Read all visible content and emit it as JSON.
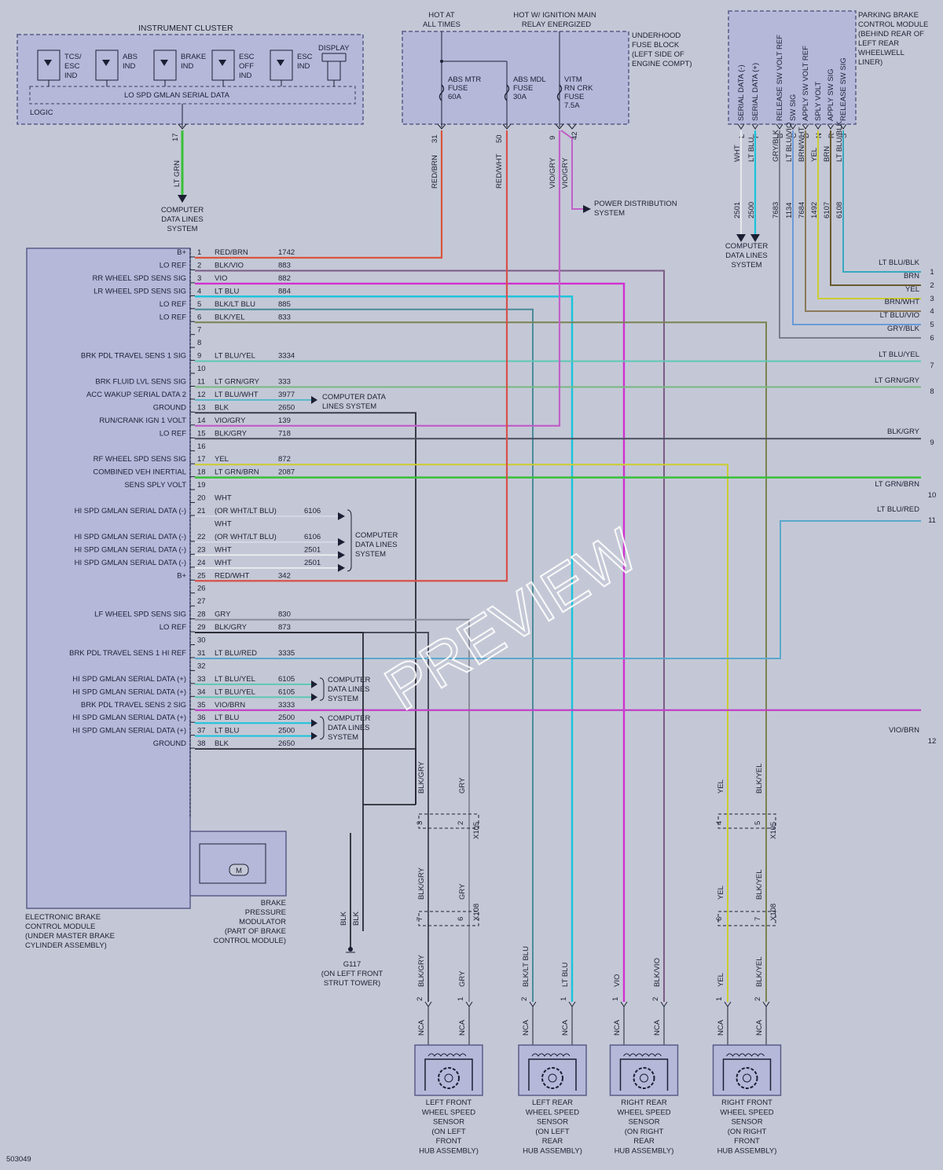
{
  "colors": {
    "background": "#c4c8d6",
    "module_fill": "#b6b8da",
    "module_border": "#5a5c88",
    "text": "#1c1f33"
  },
  "wire_colors": {
    "RED/BRN": "#d8543e",
    "BLK/VIO": "#7a5a86",
    "VIO": "#d030d0",
    "LT BLU": "#18c4dc",
    "BLK/LT BLU": "#4a8a98",
    "BLK/YEL": "#7a8250",
    "LT BLU/YEL": "#5ec8b4",
    "LT GRN/GRY": "#78b880",
    "LT BLU/WHT": "#5ab8cc",
    "BLK": "#2a2a35",
    "VIO/GRY": "#c060c8",
    "BLK/GRY": "#4a4e5e",
    "YEL": "#cccc30",
    "LT GRN/BRN": "#40c040",
    "WHT": "#e8e8ee",
    "RED/WHT": "#d8504a",
    "GRY": "#8a8e9a",
    "LT BLU/RED": "#5aa8cc",
    "VIO/BRN": "#c040c8",
    "LT GRN": "#38c038",
    "BRN": "#6a5a30",
    "BRN/WHT": "#8a7a5a",
    "LT BLU/VIO": "#6a9ad8",
    "GRY/BLK": "#7a7e8a",
    "LT BLU/BLK": "#38a8c0"
  },
  "instrument_cluster": {
    "title": "INSTRUMENT CLUSTER",
    "indicators": [
      [
        "TCS/",
        "ESC",
        "IND"
      ],
      [
        "ABS",
        "IND"
      ],
      [
        "BRAKE",
        "IND"
      ],
      [
        "ESC",
        "OFF",
        "IND"
      ],
      [
        "ESC",
        "IND"
      ]
    ],
    "display_label": "DISPLAY",
    "bus_label": "LO SPD GMLAN SERIAL DATA",
    "logic_label": "LOGIC",
    "pin": "17",
    "wire": "LT GRN",
    "dest": [
      "COMPUTER",
      "DATA LINES",
      "SYSTEM"
    ]
  },
  "fuse_block": {
    "hot_labels": [
      [
        "HOT AT",
        "ALL TIMES"
      ],
      [
        "HOT W/ IGNITION MAIN",
        "RELAY ENERGIZED"
      ]
    ],
    "title": [
      "UNDERHOOD",
      "FUSE BLOCK",
      "(LEFT SIDE OF",
      "ENGINE COMPT)"
    ],
    "fuses": [
      [
        "ABS MTR",
        "FUSE",
        "60A"
      ],
      [
        "ABS MDL",
        "FUSE",
        "30A"
      ],
      [
        "VITM",
        "RN CRK",
        "FUSE",
        "7.5A"
      ]
    ],
    "pins": [
      "31",
      "50",
      "9",
      "42"
    ],
    "wires": [
      "RED/BRN",
      "RED/WHT",
      "VIO/GRY",
      "VIO/GRY"
    ],
    "power_dist": [
      "POWER DISTRIBUTION",
      "SYSTEM"
    ]
  },
  "parking_brake_module": {
    "title": [
      "PARKING BRAKE",
      "CONTROL MODULE",
      "(BEHIND REAR OF",
      "LEFT REAR",
      "WHEELWELL",
      "LINER)"
    ],
    "pins": [
      {
        "name": "SERIAL DATA (-)",
        "pin": "L",
        "wire": "WHT",
        "circuit": "2501"
      },
      {
        "name": "SERIAL DATA (+)",
        "pin": "F",
        "wire": "LT BLU",
        "circuit": "2500"
      },
      {
        "name": "RELEASE SW VOLT REF",
        "pin": "B",
        "wire": "GRY/BLK",
        "circuit": "7683"
      },
      {
        "name": "SW SIG",
        "pin": "C",
        "wire": "LT BLU/VIO",
        "circuit": "1134"
      },
      {
        "name": "APPLY SW VOLT REF",
        "pin": "D",
        "wire": "BRN/WHT",
        "circuit": "7684"
      },
      {
        "name": "SPLY VOLT",
        "pin": "N",
        "wire": "YEL",
        "circuit": "1492"
      },
      {
        "name": "APPLY SW SIG",
        "pin": "R",
        "wire": "BRN",
        "circuit": "6107"
      },
      {
        "name": "RELEASE SW SIG",
        "pin": "S",
        "wire": "LT BLU/BLK",
        "circuit": "6108"
      }
    ],
    "dest": [
      "COMPUTER",
      "DATA LINES",
      "SYSTEM"
    ]
  },
  "right_edge_connectors": [
    {
      "wire": "LT BLU/BLK",
      "pin": "1"
    },
    {
      "wire": "BRN",
      "pin": "2"
    },
    {
      "wire": "YEL",
      "pin": "3"
    },
    {
      "wire": "BRN/WHT",
      "pin": "4"
    },
    {
      "wire": "LT BLU/VIO",
      "pin": "5"
    },
    {
      "wire": "GRY/BLK",
      "pin": "6"
    },
    {
      "wire": "LT BLU/YEL",
      "pin": "7"
    },
    {
      "wire": "LT GRN/GRY",
      "pin": "8"
    },
    {
      "wire": "BLK/GRY",
      "pin": "9"
    },
    {
      "wire": "LT GRN/BRN",
      "pin": "10"
    },
    {
      "wire": "LT BLU/RED",
      "pin": "11"
    },
    {
      "wire": "VIO/BRN",
      "pin": "12"
    }
  ],
  "ebcm": {
    "title": [
      "ELECTRONIC BRAKE",
      "CONTROL MODULE",
      "(UNDER MASTER BRAKE",
      "CYLINDER ASSEMBLY)"
    ],
    "pins": [
      {
        "pin": "1",
        "name": "B+",
        "wire": "RED/BRN",
        "circuit": "1742"
      },
      {
        "pin": "2",
        "name": "LO REF",
        "wire": "BLK/VIO",
        "circuit": "883"
      },
      {
        "pin": "3",
        "name": "RR WHEEL SPD SENS SIG",
        "wire": "VIO",
        "circuit": "882"
      },
      {
        "pin": "4",
        "name": "LR WHEEL SPD SENS SIG",
        "wire": "LT BLU",
        "circuit": "884"
      },
      {
        "pin": "5",
        "name": "LO REF",
        "wire": "BLK/LT BLU",
        "circuit": "885"
      },
      {
        "pin": "6",
        "name": "LO REF",
        "wire": "BLK/YEL",
        "circuit": "833"
      },
      {
        "pin": "7"
      },
      {
        "pin": "8"
      },
      {
        "pin": "9",
        "name": "BRK PDL TRAVEL SENS 1 SIG",
        "wire": "LT BLU/YEL",
        "circuit": "3334"
      },
      {
        "pin": "10"
      },
      {
        "pin": "11",
        "name": "BRK FLUID LVL SENS SIG",
        "wire": "LT GRN/GRY",
        "circuit": "333"
      },
      {
        "pin": "12",
        "name": "ACC WAKUP SERIAL DATA 2",
        "wire": "LT BLU/WHT",
        "circuit": "3977"
      },
      {
        "pin": "13",
        "name": "GROUND",
        "wire": "BLK",
        "circuit": "2650"
      },
      {
        "pin": "14",
        "name": "RUN/CRANK IGN 1 VOLT",
        "wire": "VIO/GRY",
        "circuit": "139"
      },
      {
        "pin": "15",
        "name": "LO REF",
        "wire": "BLK/GRY",
        "circuit": "718"
      },
      {
        "pin": "16"
      },
      {
        "pin": "17",
        "name": "RF WHEEL SPD SENS SIG",
        "wire": "YEL",
        "circuit": "872"
      },
      {
        "pin": "18",
        "name": "COMBINED VEH INERTIAL",
        "wire": "LT GRN/BRN",
        "circuit": "2087"
      },
      {
        "pin": "19",
        "name": "SENS SPLY VOLT"
      },
      {
        "pin": "20",
        "wire": "WHT"
      },
      {
        "pin": "21",
        "name": "HI SPD GMLAN SERIAL DATA (-)",
        "wire": "(OR WHT/LT BLU)",
        "circuit": "6106"
      },
      {
        "pin": "",
        "wire": "WHT"
      },
      {
        "pin": "22",
        "name": "HI SPD GMLAN SERIAL DATA (-)",
        "wire": "(OR WHT/LT BLU)",
        "circuit": "6106"
      },
      {
        "pin": "23",
        "name": "HI SPD GMLAN SERIAL DATA (-)",
        "wire": "WHT",
        "circuit": "2501"
      },
      {
        "pin": "24",
        "name": "HI SPD GMLAN SERIAL DATA (-)",
        "wire": "WHT",
        "circuit": "2501"
      },
      {
        "pin": "25",
        "name": "B+",
        "wire": "RED/WHT",
        "circuit": "342"
      },
      {
        "pin": "26"
      },
      {
        "pin": "27"
      },
      {
        "pin": "28",
        "name": "LF WHEEL SPD SENS SIG",
        "wire": "GRY",
        "circuit": "830"
      },
      {
        "pin": "29",
        "name": "LO REF",
        "wire": "BLK/GRY",
        "circuit": "873"
      },
      {
        "pin": "30"
      },
      {
        "pin": "31",
        "name": "BRK PDL TRAVEL SENS 1 HI REF",
        "wire": "LT BLU/RED",
        "circuit": "3335"
      },
      {
        "pin": "32"
      },
      {
        "pin": "33",
        "name": "HI SPD GMLAN SERIAL DATA (+)",
        "wire": "LT BLU/YEL",
        "circuit": "6105"
      },
      {
        "pin": "34",
        "name": "HI SPD GMLAN SERIAL DATA (+)",
        "wire": "LT BLU/YEL",
        "circuit": "6105"
      },
      {
        "pin": "35",
        "name": "BRK PDL TRAVEL SENS 2 SIG",
        "wire": "VIO/BRN",
        "circuit": "3333"
      },
      {
        "pin": "36",
        "name": "HI SPD GMLAN SERIAL DATA (+)",
        "wire": "LT BLU",
        "circuit": "2500"
      },
      {
        "pin": "37",
        "name": "HI SPD GMLAN SERIAL DATA (+)",
        "wire": "LT BLU",
        "circuit": "2500"
      },
      {
        "pin": "38",
        "name": "GROUND",
        "wire": "BLK",
        "circuit": "2650"
      }
    ],
    "data_groups": [
      [
        "COMPUTER DATA",
        "LINES SYSTEM"
      ],
      [
        "COMPUTER",
        "DATA LINES",
        "SYSTEM"
      ],
      [
        "COMPUTER",
        "DATA LINES",
        "SYSTEM"
      ],
      [
        "COMPUTER",
        "DATA LINES",
        "SYSTEM"
      ]
    ]
  },
  "modulator": {
    "label": [
      "BRAKE",
      "PRESSURE",
      "MODULATOR",
      "(PART OF BRAKE",
      "CONTROL MODULE)"
    ],
    "motor": "M"
  },
  "ground": {
    "wires": [
      "BLK",
      "BLK"
    ],
    "label": [
      "G117",
      "(ON LEFT FRONT",
      "STRUT TOWER)"
    ]
  },
  "connectors": {
    "x105": "X105",
    "x108": "X108"
  },
  "wheel_sensors": [
    {
      "label": [
        "LEFT FRONT",
        "WHEEL SPEED",
        "SENSOR",
        "(ON LEFT",
        "FRONT",
        "HUB ASSEMBLY)"
      ],
      "wires": [
        "BLK/GRY",
        "GRY"
      ],
      "x105_pins": [
        "3",
        "2"
      ],
      "x108_pins": [
        "7",
        "6"
      ],
      "pins": [
        "2",
        "1"
      ],
      "nca": [
        "NCA",
        "NCA"
      ]
    },
    {
      "label": [
        "LEFT REAR",
        "WHEEL SPEED",
        "SENSOR",
        "(ON LEFT",
        "REAR",
        "HUB ASSEMBLY)"
      ],
      "wires": [
        "BLK/LT BLU",
        "LT BLU"
      ],
      "pins": [
        "2",
        "1"
      ],
      "nca": [
        "NCA",
        "NCA"
      ]
    },
    {
      "label": [
        "RIGHT REAR",
        "WHEEL SPEED",
        "SENSOR",
        "(ON RIGHT",
        "REAR",
        "HUB ASSEMBLY)"
      ],
      "wires": [
        "VIO",
        "BLK/VIO"
      ],
      "pins": [
        "1",
        "2"
      ],
      "nca": [
        "NCA",
        "NCA"
      ]
    },
    {
      "label": [
        "RIGHT FRONT",
        "WHEEL SPEED",
        "SENSOR",
        "(ON RIGHT",
        "FRONT",
        "HUB ASSEMBLY)"
      ],
      "wires": [
        "YEL",
        "BLK/YEL"
      ],
      "x105_pins": [
        "4",
        "5"
      ],
      "x108_pins": [
        "6",
        "7"
      ],
      "pins": [
        "1",
        "2"
      ],
      "nca": [
        "NCA",
        "NCA"
      ]
    }
  ],
  "watermark": "PREVIEW",
  "doc_number": "503049"
}
